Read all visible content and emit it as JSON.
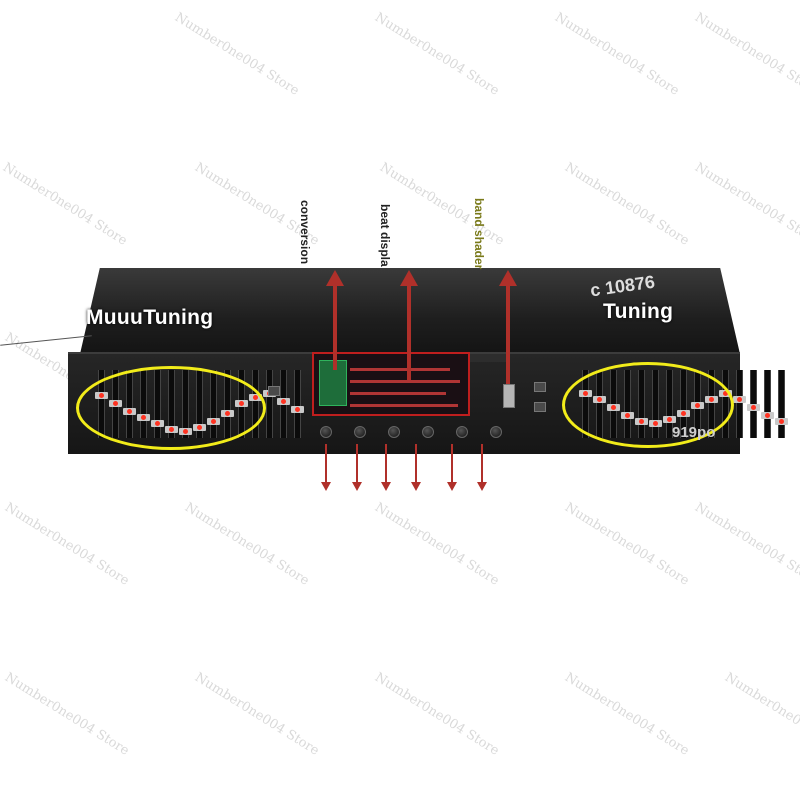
{
  "labels": {
    "left_tuning": "Tuning",
    "left_tuning_prefix": "Muuu",
    "right_tuning": "Tuning",
    "arrow_1": "conversion",
    "arrow_2": "beat displa",
    "arrow_3": "band shader",
    "cut_right_top": "c 10876",
    "cut_right_bottom": "919po"
  },
  "watermark": {
    "text": "Number0ne004 Store"
  },
  "colors": {
    "highlight_ring": "#f2ec1a",
    "arrow": "#b0302a",
    "lcd_frame": "#c01e1e",
    "device": "#1a1a1a",
    "knob_led": "#ff3322"
  },
  "icons": {
    "up_arrow": "up-arrow-icon",
    "down_arrow": "down-arrow-icon"
  }
}
